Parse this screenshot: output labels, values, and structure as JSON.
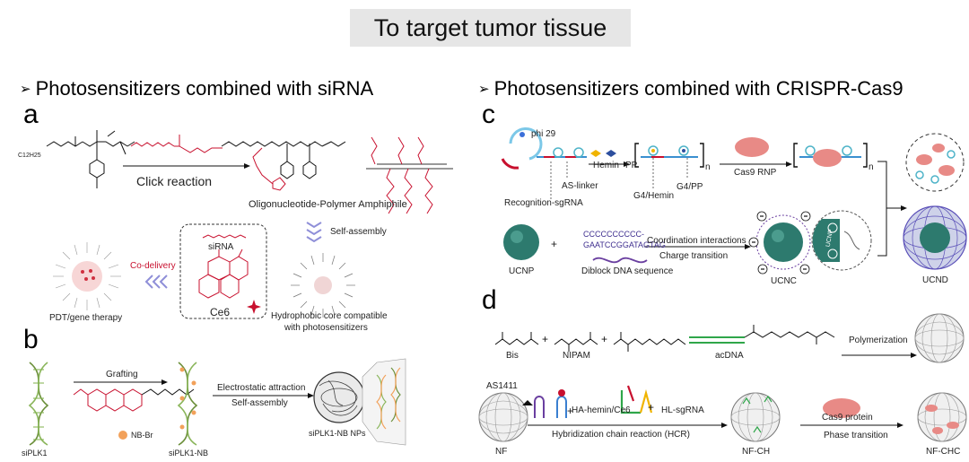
{
  "title": "To target tumor tissue",
  "sections": {
    "left": "Photosensitizers combined with siRNA",
    "right": "Photosensitizers combined with CRISPR-Cas9"
  },
  "panels": {
    "a": "a",
    "b": "b",
    "c": "c",
    "d": "d"
  },
  "panel_a": {
    "chem_formula": "C12H25",
    "click_reaction": "Click reaction",
    "amphiphile": "Oligonucleotide-Polymer Amphiphile",
    "self_assembly": "Self-assembly",
    "sirna": "siRNA",
    "ce6": "Ce6",
    "co_delivery": "Co-delivery",
    "therapy": "PDT/gene therapy",
    "core_line1": "Hydrophobic core compatible",
    "core_line2": "with photosensitizers"
  },
  "panel_b": {
    "grafting": "Grafting",
    "siplk1": "siPLK1",
    "nb_br": "NB-Br",
    "siplk1_nb": "siPLK1-NB",
    "electrostatic": "Electrostatic attraction",
    "self_assembly": "Self-assembly",
    "nps": "siPLK1-NB NPs"
  },
  "panel_c": {
    "phi29": "phi 29",
    "recognition": "Recognition-sgRNA",
    "as_linker": "AS-linker",
    "hemin": "Hemin",
    "pp": "PP",
    "g4_hemin": "G4/Hemin",
    "g4_pp": "G4/PP",
    "cas9_rnp": "Cas9 RNP",
    "n1": "n",
    "n2": "n",
    "ucnp": "UCNP",
    "dna_seq1": "CCCCCCCCCC-",
    "dna_seq2": "GAATCCGGATAGTAG",
    "diblock": "Diblock DNA sequence",
    "coordination": "Coordination interactions",
    "charge": "Charge transition",
    "ucnc": "UCNC",
    "ucnd": "UCND",
    "ucnp_inner": "UCNP"
  },
  "panel_d": {
    "bis": "Bis",
    "nipam": "NIPAM",
    "acdna": "acDNA",
    "polymerization": "Polymerization",
    "as1411": "AS1411",
    "ha_hemin": "HA-hemin/Ce6",
    "hl_sgrna": "HL-sgRNA",
    "hcr": "Hybridization chain reaction (HCR)",
    "cas9_protein": "Cas9 protein",
    "phase": "Phase transition",
    "nf": "NF",
    "nf_ch": "NF-CH",
    "nf_chc": "NF-CHC"
  },
  "colors": {
    "title_bg": "#e6e6e6",
    "red": "#c8102e",
    "blue_chevron": "#8f8fd8",
    "teal": "#2a6e63",
    "purple": "#6a3fa0",
    "dna_green": "#7fb24a",
    "nb_orange": "#f2a15a",
    "cas9_pink": "#e88a86"
  }
}
